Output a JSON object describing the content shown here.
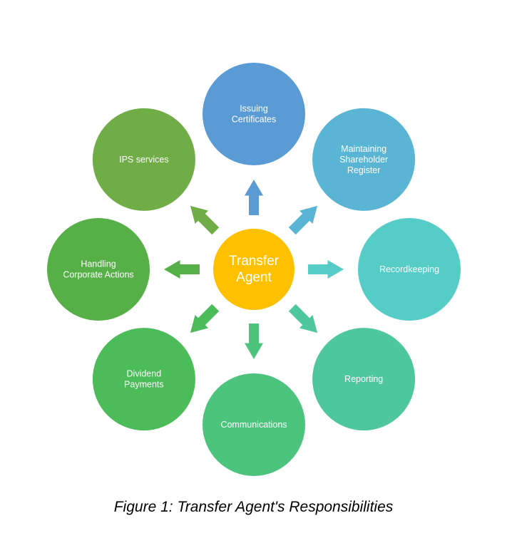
{
  "center": {
    "label_lines": [
      "Transfer",
      "Agent"
    ],
    "color": "#FFC000"
  },
  "nodes": [
    {
      "id": "issuing-certificates",
      "label_lines": [
        "Issuing",
        "Certificates"
      ],
      "color": "#5B9BD5"
    },
    {
      "id": "maintaining-shareholder-register",
      "label_lines": [
        "Maintaining",
        "Shareholder",
        "Register"
      ],
      "color": "#5AB4D3"
    },
    {
      "id": "recordkeeping",
      "label_lines": [
        "Recordkeeping"
      ],
      "color": "#55CDC6"
    },
    {
      "id": "reporting",
      "label_lines": [
        "Reporting"
      ],
      "color": "#4FC79E"
    },
    {
      "id": "communications",
      "label_lines": [
        "Communications"
      ],
      "color": "#4DC47D"
    },
    {
      "id": "dividend-payments",
      "label_lines": [
        "Dividend",
        "Payments"
      ],
      "color": "#4CBB59"
    },
    {
      "id": "handling-corporate-actions",
      "label_lines": [
        "Handling",
        "Corporate Actions"
      ],
      "color": "#56AF47"
    },
    {
      "id": "ips-services",
      "label_lines": [
        "IPS services"
      ],
      "color": "#70AD47"
    }
  ],
  "caption": "Figure 1: Transfer Agent's Responsibilities"
}
